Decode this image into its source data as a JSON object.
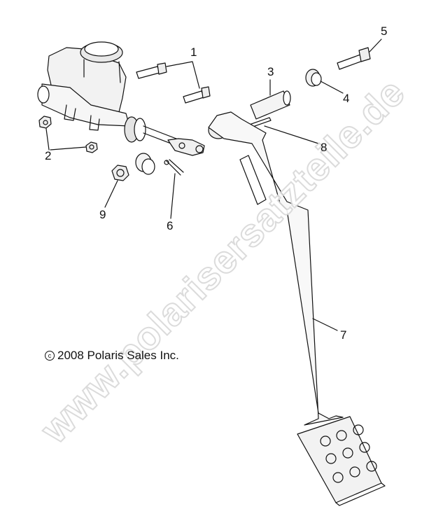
{
  "callouts": [
    {
      "id": "1",
      "text": "1"
    },
    {
      "id": "2",
      "text": "2"
    },
    {
      "id": "3",
      "text": "3"
    },
    {
      "id": "4",
      "text": "4"
    },
    {
      "id": "5",
      "text": "5"
    },
    {
      "id": "6",
      "text": "6"
    },
    {
      "id": "7",
      "text": "7"
    },
    {
      "id": "8",
      "text": "8"
    },
    {
      "id": "9",
      "text": "9"
    }
  ],
  "copyright": {
    "symbol": "c",
    "text": "2008 Polaris Sales Inc."
  },
  "watermark": "www.polarisersatzteile.de",
  "colors": {
    "line": "#111111",
    "watermark_outline": "#d8d8d8",
    "background": "#ffffff"
  }
}
